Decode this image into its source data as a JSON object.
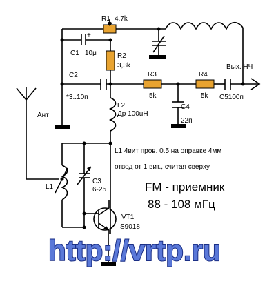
{
  "labels": {
    "r1": "R1",
    "r1_val": "4.7k",
    "c1": "C1",
    "c1_val": "10μ",
    "r2": "R2",
    "r2_val": "3,3k",
    "c2": "C2",
    "c2_val": "*3..10п",
    "r3": "R3",
    "r3_val": "5k",
    "r4": "R4",
    "r4_val": "5k",
    "out": "Вых. НЧ",
    "c5": "C5100п",
    "l2": "L2",
    "l2_val": "Др 100uH",
    "c4": "C4",
    "c4_val": "22п",
    "ant": "Ант",
    "l1": "L1",
    "c3": "C3",
    "c3_val": "6-25",
    "vt1": "VT1",
    "vt1_val": "S9018",
    "plus": "+"
  },
  "note": {
    "line1": "L1 4вит пров. 0.5 на оправке 4мм",
    "line2": "отвод от 1 вит., считая сверху"
  },
  "title": {
    "line1": "FM - приемник",
    "line2": "88 - 108 мГц"
  },
  "watermark": "http://vrtp.ru",
  "colors": {
    "resistor": "#e8a330",
    "wire": "#000000",
    "watermark_fill": "#5a78d8",
    "watermark_stroke": "#1b2f86"
  }
}
